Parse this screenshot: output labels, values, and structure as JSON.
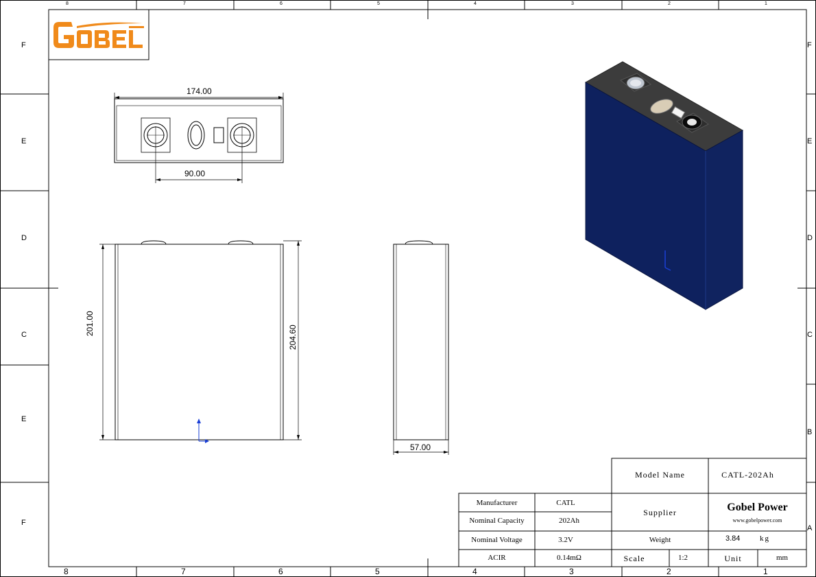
{
  "border": {
    "rows_left": [
      "F",
      "E",
      "D",
      "C",
      "E",
      "F"
    ],
    "rows_right": [
      "F",
      "E",
      "D",
      "C",
      "B",
      "A"
    ],
    "cols_top": [
      "8",
      "7",
      "6",
      "5",
      "4",
      "3",
      "2",
      "1"
    ],
    "cols_bottom": [
      "8",
      "7",
      "6",
      "5",
      "4",
      "3",
      "2",
      "1"
    ]
  },
  "logo": {
    "text": "GOBEL"
  },
  "dimensions": {
    "top_width": "174.00",
    "terminal_spacing": "90.00",
    "front_height": "201.00",
    "front_total_height": "204.60",
    "side_thickness": "57.00"
  },
  "title_block": {
    "model_name_label": "Model Name",
    "model_name_value": "CATL-202Ah",
    "supplier_label": "Supplier",
    "supplier_name": "Gobel Power",
    "supplier_url": "www.gobelpower.com",
    "weight_label": "Weight",
    "weight_value": "3.84",
    "weight_unit": "kg",
    "scale_label": "Scale",
    "scale_value": "1:2",
    "unit_label": "Unit",
    "unit_value": "mm",
    "specs": [
      {
        "label": "Manufacturer",
        "value": "CATL"
      },
      {
        "label": "Nominal Capacity",
        "value": "202Ah"
      },
      {
        "label": "Nominal Voltage",
        "value": "3.2V"
      },
      {
        "label": "ACIR",
        "value": "0.14mΩ"
      }
    ]
  },
  "colors": {
    "logo_orange": "#f08a1a",
    "cell_blue": "#0c1f5c",
    "cell_top": "#3a3a3a",
    "axis_blue": "#1a3fd6"
  }
}
